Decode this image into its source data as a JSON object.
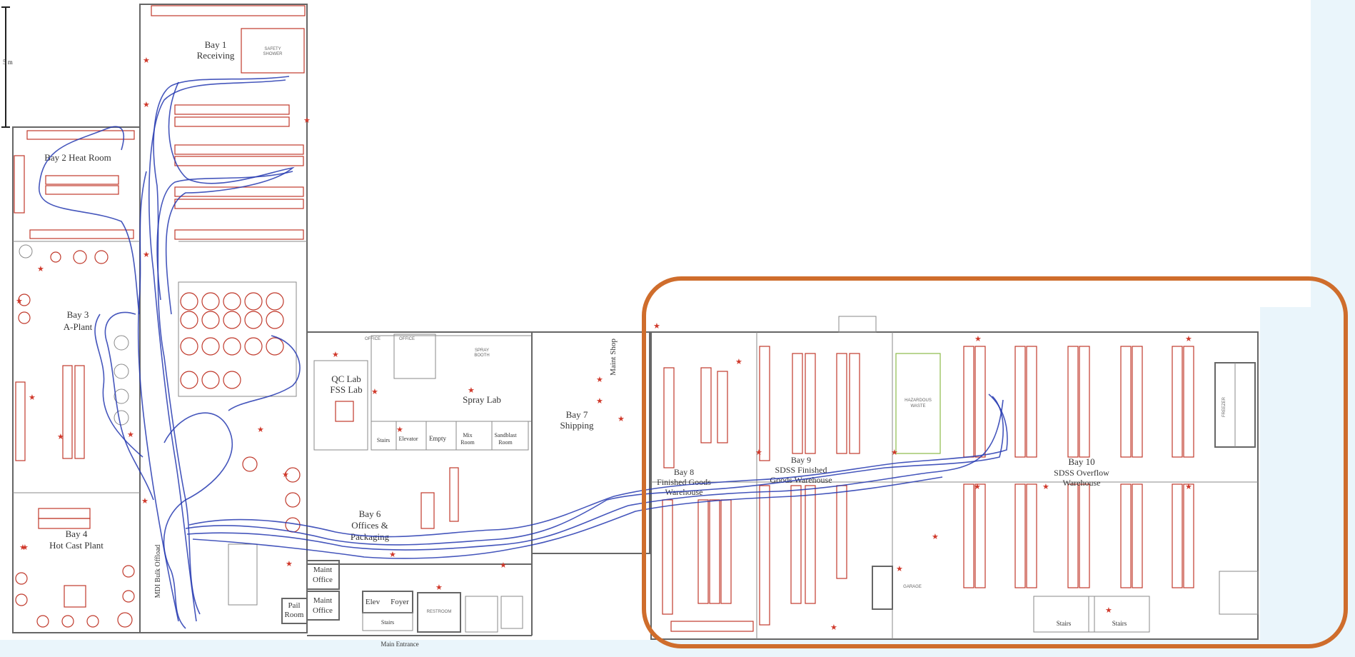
{
  "scale_label": "5 m",
  "bays": {
    "bay1": [
      "Bay 1",
      "Receiving"
    ],
    "bay2": [
      "Bay 2 Heat Room"
    ],
    "bay3": [
      "Bay 3",
      "A-Plant"
    ],
    "bay4": [
      "Bay 4",
      "Hot Cast Plant"
    ],
    "bay6": [
      "Bay 6",
      "Offices &",
      "Packaging"
    ],
    "bay7": [
      "Bay 7",
      "Shipping"
    ],
    "bay8": [
      "Bay 8",
      "Finished Goods",
      "Warehouse"
    ],
    "bay9": [
      "Bay 9",
      "SDSS Finished",
      "Goods Warehouse"
    ],
    "bay10": [
      "Bay 10",
      "SDSS Overflow",
      "Warehouse"
    ]
  },
  "rooms": {
    "qc_lab": [
      "QC Lab",
      "FSS Lab"
    ],
    "spray_lab": "Spray Lab",
    "maint_shop": "Maint Shop",
    "elevator": "Elevator",
    "empty": "Empty",
    "mix_room": [
      "Mix",
      "Room"
    ],
    "sandblast": [
      "Sandblast",
      "Room"
    ],
    "stairs": "Stairs",
    "maint_office_1": [
      "Maint",
      "Office"
    ],
    "maint_office_2": [
      "Maint",
      "Office"
    ],
    "pail_room": [
      "Pail",
      "Room"
    ],
    "elev": "Elev",
    "foyer": "Foyer",
    "restroom": "RESTROOM",
    "mdi_bulk": "MDI Bulk Offload",
    "hazardous_waste": [
      "HAZARDOUS",
      "WASTE"
    ],
    "freezer": "FREEZER",
    "garage": "GARAGE",
    "stairs_right_1": "Stairs",
    "stairs_right_2": "Stairs",
    "main_entrance": "Main Entrance",
    "spray_booth": [
      "SPRAY",
      "BOOTH"
    ],
    "office_1": "OFFICE",
    "office_2": "OFFICE",
    "safety_shower": [
      "SAFETY",
      "SHOWER"
    ]
  },
  "highlight": {
    "color": "#cf6d2c"
  },
  "path_color": "#2438b0"
}
